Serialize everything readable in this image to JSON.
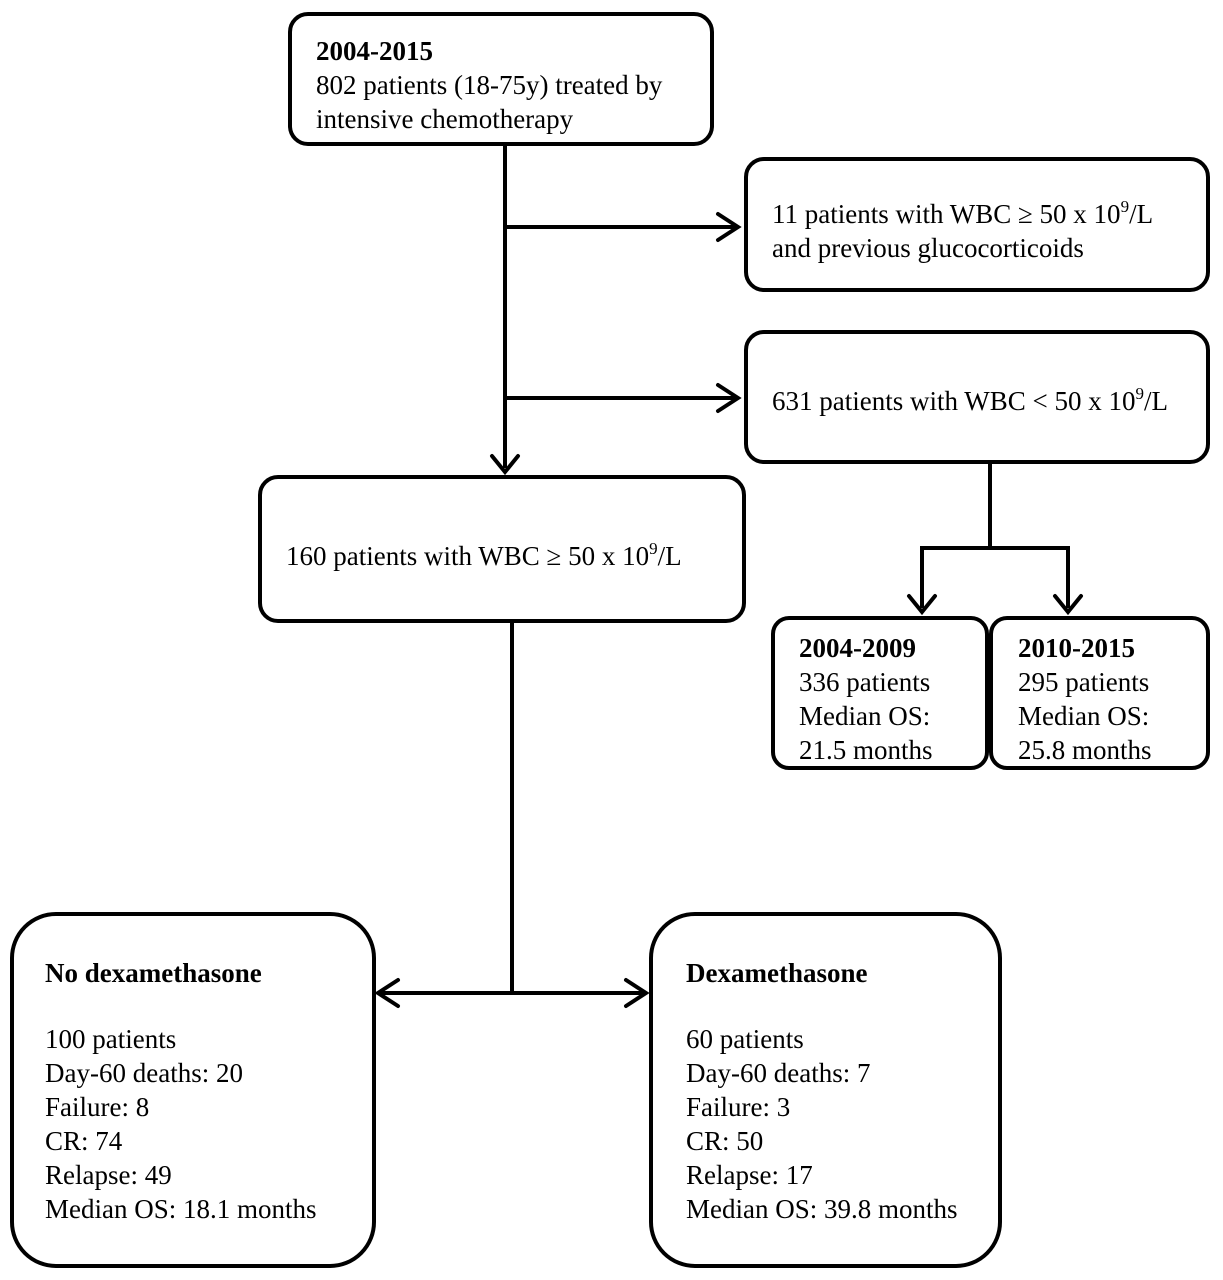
{
  "top": {
    "title": "2004-2015",
    "line1": "802 patients (18-75y) treated by",
    "line2": "intensive chemotherapy"
  },
  "excluded": {
    "line1_pre": "11 patients with WBC ≥ 50 x 10",
    "line1_sup": "9",
    "line1_post": "/L",
    "line2": "and previous glucocorticoids"
  },
  "low_wbc": {
    "pre": "631 patients with WBC < 50 x 10",
    "sup": "9",
    "post": "/L"
  },
  "high_wbc": {
    "pre": "160 patients with WBC ≥ 50 x 10",
    "sup": "9",
    "post": "/L"
  },
  "period1": {
    "title": "2004-2009",
    "patients": "336 patients",
    "os_label": "Median OS:",
    "os_value": "21.5 months"
  },
  "period2": {
    "title": "2010-2015",
    "patients": "295 patients",
    "os_label": "Median OS:",
    "os_value": "25.8 months"
  },
  "no_dex": {
    "title": "No dexamethasone",
    "patients": "100 patients",
    "deaths": "Day-60 deaths: 20",
    "failure": "Failure: 8",
    "cr": "CR: 74",
    "relapse": "Relapse: 49",
    "os": "Median OS: 18.1 months"
  },
  "dex": {
    "title": "Dexamethasone",
    "patients": "60 patients",
    "deaths": "Day-60 deaths: 7",
    "failure": "Failure: 3",
    "cr": "CR: 50",
    "relapse": "Relapse: 17",
    "os": "Median OS: 39.8 months"
  }
}
